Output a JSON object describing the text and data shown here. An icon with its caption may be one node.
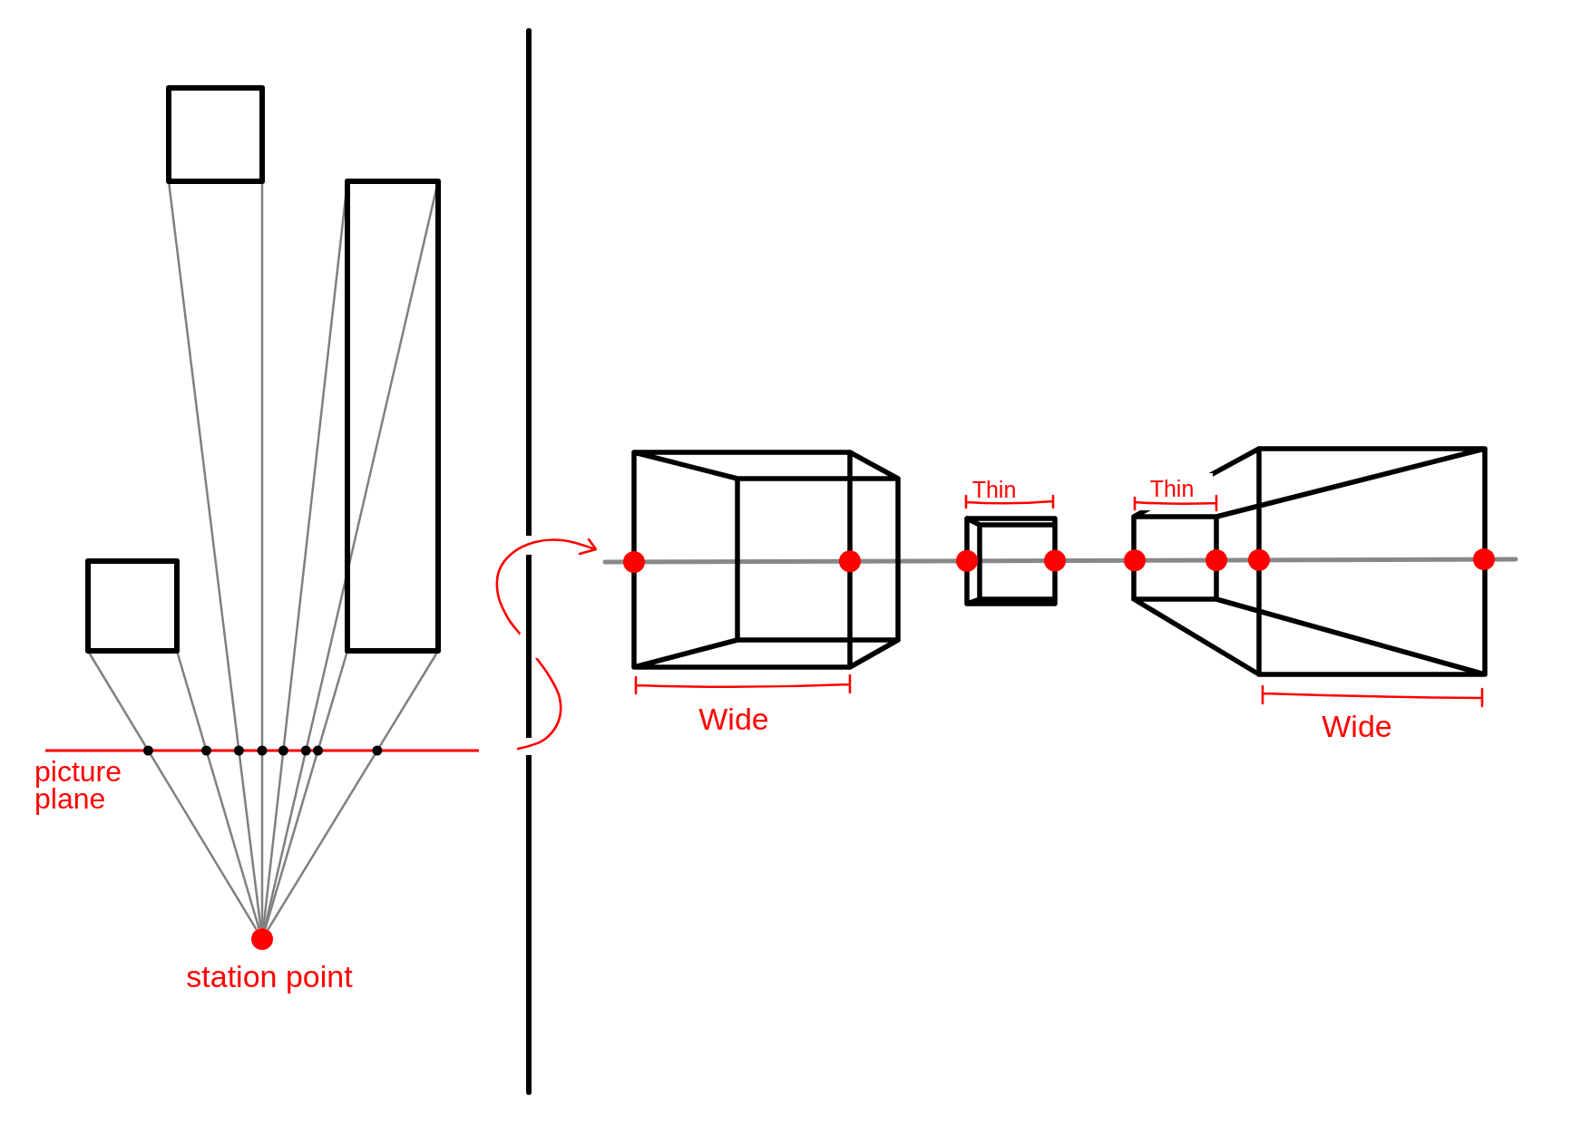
{
  "diagram": {
    "nodes": [
      {
        "text": [],
        "shape": "box"
      },
      {
        "text": [],
        "shape": "box"
      },
      {
        "text": [],
        "shape": "box"
      },
      {
        "text": [],
        "shape": "circle",
        "beside": [
          "station point"
        ]
      }
    ],
    "edges": [
      {
        "from": 2,
        "to": 3,
        "arrow": "none"
      },
      {
        "from": 2,
        "to": 3,
        "arrow": "none"
      },
      {
        "from": 0,
        "to": 3,
        "arrow": "none"
      },
      {
        "from": 0,
        "to": 3,
        "arrow": "none"
      },
      {
        "from": 1,
        "to": 3,
        "arrow": "none"
      },
      {
        "from": 1,
        "to": 3,
        "arrow": "none"
      },
      {
        "from": 1,
        "to": 3,
        "arrow": "none"
      },
      {
        "from": 1,
        "to": 3,
        "arrow": "none"
      }
    ],
    "labels": [
      "picture plane",
      "Wide",
      "Thin",
      "Thin",
      "Wide"
    ]
  }
}
